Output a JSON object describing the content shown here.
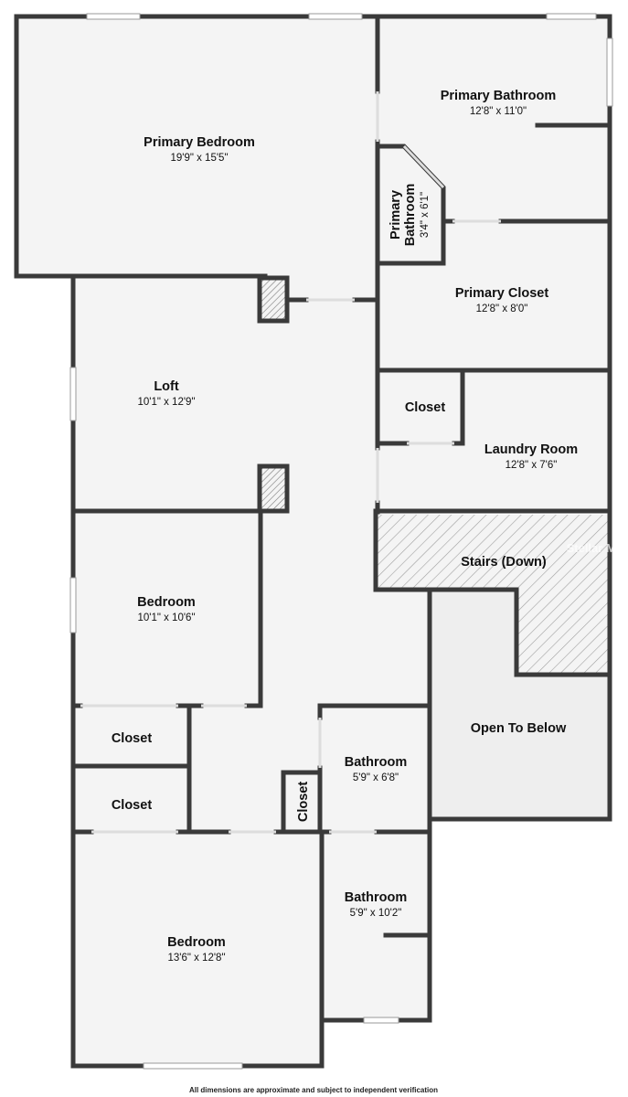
{
  "rooms": {
    "primary_bedroom": {
      "name": "Primary Bedroom",
      "dims": "19'9\" x 15'5\""
    },
    "primary_bathroom": {
      "name": "Primary Bathroom",
      "dims": "12'8\" x 11'0\""
    },
    "primary_bathroom_small": {
      "name": "Primary",
      "name2": "Bathroom",
      "dims": "3'4\" x 6'1\""
    },
    "primary_closet": {
      "name": "Primary Closet",
      "dims": "12'8\" x 8'0\""
    },
    "loft": {
      "name": "Loft",
      "dims": "10'1\" x 12'9\""
    },
    "closet_laundry": {
      "name": "Closet"
    },
    "laundry_room": {
      "name": "Laundry Room",
      "dims": "12'8\" x 7'6\""
    },
    "stairs": {
      "name": "Stairs (Down)"
    },
    "bedroom_mid": {
      "name": "Bedroom",
      "dims": "10'1\" x 10'6\""
    },
    "open_to_below": {
      "name": "Open To Below"
    },
    "closet_a": {
      "name": "Closet"
    },
    "closet_b": {
      "name": "Closet"
    },
    "closet_c": {
      "name": "Closet"
    },
    "bathroom_mid": {
      "name": "Bathroom",
      "dims": "5'9\" x 6'8\""
    },
    "bedroom_bottom": {
      "name": "Bedroom",
      "dims": "13'6\" x 12'8\""
    },
    "bathroom_bottom": {
      "name": "Bathroom",
      "dims": "5'9\" x 10'2\""
    }
  },
  "watermark": "Stellar MLS",
  "disclaimer": "All dimensions are approximate and subject to independent verification",
  "colors": {
    "wall": "#3a3a3a",
    "floor": "#f4f4f4",
    "open_to_below": "#eeeeee",
    "hatch": "#999999"
  }
}
